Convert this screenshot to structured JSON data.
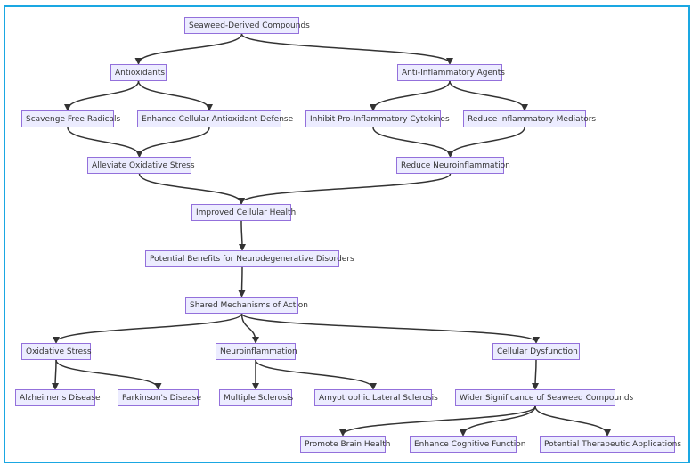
{
  "nodes": {
    "seaweed": "Seaweed-Derived Compounds",
    "antioxidants": "Antioxidants",
    "anti_inflammatory": "Anti-Inflammatory Agents",
    "scavenge": "Scavenge Free Radicals",
    "enhance_defense": "Enhance Cellular Antioxidant Defense",
    "inhibit_cytokines": "Inhibit Pro-Inflammatory Cytokines",
    "reduce_mediators": "Reduce Inflammatory Mediators",
    "alleviate": "Alleviate Oxidative Stress",
    "reduce_neuro": "Reduce Neuroinflammation",
    "improved_health": "Improved Cellular Health",
    "potential_benefits": "Potential Benefits for Neurodegenerative Disorders",
    "shared_mech": "Shared Mechanisms of Action",
    "oxidative_stress": "Oxidative Stress",
    "neuroinflammation": "Neuroinflammation",
    "cellular_dysfunction": "Cellular Dysfunction",
    "alzheimers": "Alzheimer's Disease",
    "parkinsons": "Parkinson's Disease",
    "ms": "Multiple Sclerosis",
    "als": "Amyotrophic Lateral Sclerosis",
    "wider": "Wider Significance of Seaweed Compounds",
    "brain_health": "Promote Brain Health",
    "cognitive": "Enhance Cognitive Function",
    "therapeutic": "Potential Therapeutic Applications"
  },
  "edges": [
    [
      "seaweed",
      "antioxidants"
    ],
    [
      "seaweed",
      "anti_inflammatory"
    ],
    [
      "antioxidants",
      "scavenge"
    ],
    [
      "antioxidants",
      "enhance_defense"
    ],
    [
      "anti_inflammatory",
      "inhibit_cytokines"
    ],
    [
      "anti_inflammatory",
      "reduce_mediators"
    ],
    [
      "scavenge",
      "alleviate"
    ],
    [
      "enhance_defense",
      "alleviate"
    ],
    [
      "inhibit_cytokines",
      "reduce_neuro"
    ],
    [
      "reduce_mediators",
      "reduce_neuro"
    ],
    [
      "alleviate",
      "improved_health"
    ],
    [
      "reduce_neuro",
      "improved_health"
    ],
    [
      "improved_health",
      "potential_benefits"
    ],
    [
      "potential_benefits",
      "shared_mech"
    ],
    [
      "shared_mech",
      "oxidative_stress"
    ],
    [
      "shared_mech",
      "neuroinflammation"
    ],
    [
      "shared_mech",
      "cellular_dysfunction"
    ],
    [
      "oxidative_stress",
      "alzheimers"
    ],
    [
      "oxidative_stress",
      "parkinsons"
    ],
    [
      "neuroinflammation",
      "ms"
    ],
    [
      "neuroinflammation",
      "als"
    ],
    [
      "cellular_dysfunction",
      "wider"
    ],
    [
      "wider",
      "brain_health"
    ],
    [
      "wider",
      "cognitive"
    ],
    [
      "wider",
      "therapeutic"
    ]
  ],
  "colors": {
    "node_fill": "#ececff",
    "node_border": "#9370db",
    "edge": "#333333",
    "frame": "#1aa7e2"
  }
}
